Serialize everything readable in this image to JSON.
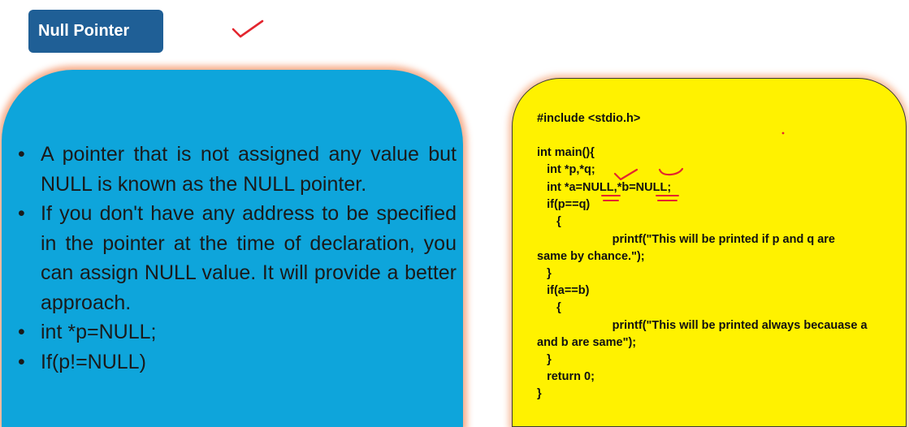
{
  "title": "Null Pointer",
  "bullets": [
    "A pointer that is not assigned any value but NULL is known as the NULL pointer.",
    "If you don't have any address to be specified in the pointer at the time of declaration, you can assign NULL value. It will provide a better approach.",
    "int *p=NULL;",
    "If(p!=NULL)"
  ],
  "bullet_symbol": "•",
  "code_lines": [
    "#include <stdio.h>",
    "",
    "int main(){",
    "   int *p,*q;",
    "   int *a=NULL,*b=NULL;",
    "   if(p==q)",
    "      {",
    "                       printf(\"This will be printed if p and q are",
    "same by chance.\");",
    "   }",
    "   if(a==b)",
    "      {",
    "                       printf(\"This will be printed always becauase a",
    "and b are same\");",
    "   }",
    "   return 0;",
    "}"
  ],
  "colors": {
    "title_bg": "#1f5f96",
    "blue_panel": "#0ea5db",
    "yellow_panel": "#fff200",
    "glow": "#f6a078",
    "annotation_red": "#e3262f"
  }
}
